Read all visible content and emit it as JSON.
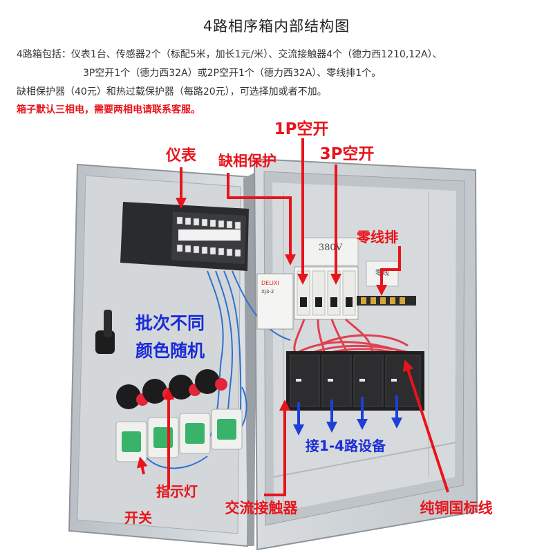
{
  "title": "4路相序箱内部结构图",
  "description": {
    "line1": "4路箱包括：仪表1台、传感器2个（标配5米，加长1元/米）、交流接触器4个（德力西1210,12A）、",
    "line2": "3P空开1个（德力西32A）或2P空开1个（德力西32A）、零线排1个。",
    "line3": "缺相保护器（40元）和热过载保护器（每路20元），可选择加或者不加。",
    "line4": "箱子默认三相电，需要两相电请联系客服。"
  },
  "labels": {
    "meter": "仪表",
    "phase_loss_protection": "缺相保护",
    "breaker_1p": "1P空开",
    "breaker_3p": "3P空开",
    "neutral_bar": "零线排",
    "batch_color": "批次不同",
    "random_color": "颜色随机",
    "connect_devices": "接1-4路设备",
    "indicator_light": "指示灯",
    "switch": "开关",
    "contactor": "交流接触器",
    "copper_wire": "纯铜国标线"
  },
  "device_text": {
    "voltage": "380V",
    "neutral_label": "零线",
    "protector_brand": "DELIXI",
    "protector_model": "XJ3-2"
  },
  "colors": {
    "label_red": "#e8141b",
    "label_blue": "#1a2cd6",
    "arrow_red": "#e8141b",
    "arrow_blue": "#1d3fd8",
    "panel_gray": "#c9ced2",
    "wire_red": "#e04050",
    "wire_blue": "#2e6fd0"
  }
}
